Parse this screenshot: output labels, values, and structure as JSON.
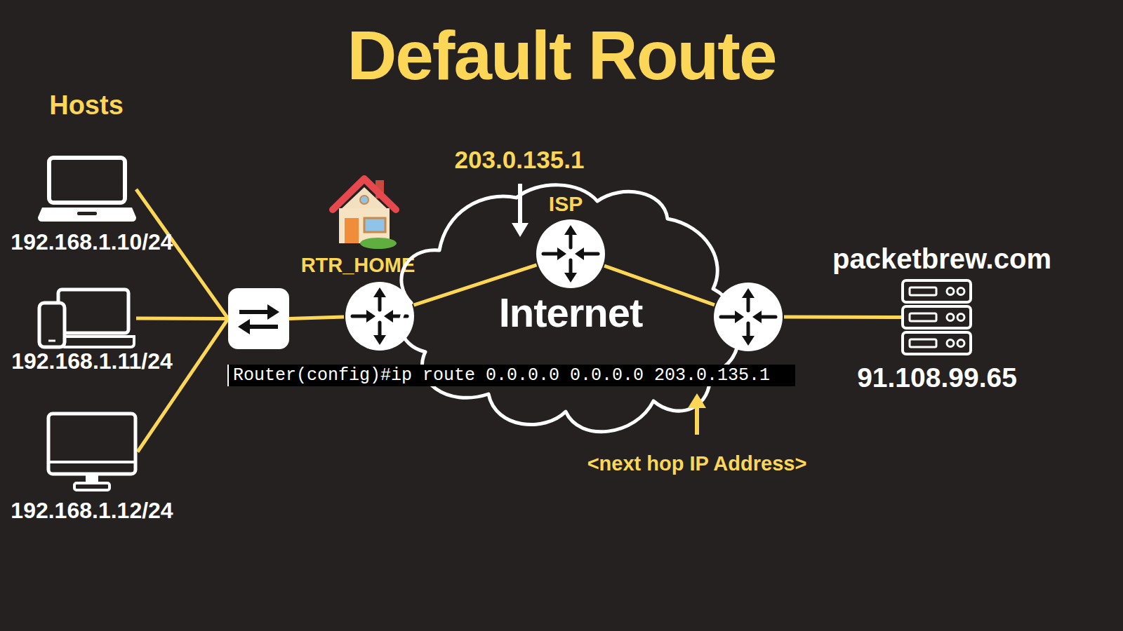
{
  "diagram": {
    "title": "Default Route",
    "nodes": [
      {
        "text": [
          "192.168.1.10/24"
        ]
      },
      {
        "text": [
          "192.168.1.11/24"
        ]
      },
      {
        "text": [
          "192.168.1.12/24"
        ]
      },
      {
        "text": []
      },
      {
        "text": [
          "RTR_HOME"
        ]
      },
      {
        "text": [
          "Internet"
        ]
      },
      {
        "text": [
          "ISP"
        ],
        "in": 5
      },
      {
        "text": []
      },
      {
        "text": [
          "packetbrew.com",
          "91.108.99.65"
        ]
      }
    ],
    "edges": [
      {
        "from": 0,
        "to": 3,
        "arrow": "none"
      },
      {
        "from": 1,
        "to": 3,
        "arrow": "none"
      },
      {
        "from": 2,
        "to": 3,
        "arrow": "none"
      },
      {
        "from": 3,
        "to": 4,
        "arrow": "none"
      },
      {
        "from": 4,
        "to": 6,
        "arrow": "none"
      },
      {
        "from": 6,
        "to": 7,
        "arrow": "none"
      },
      {
        "from": 7,
        "to": 8,
        "arrow": "none"
      }
    ],
    "labels": [
      "Hosts",
      "203.0.135.1",
      "Router(config)#ip route 0.0.0.0 0.0.0.0 203.0.135.1",
      "<next hop IP Address>"
    ]
  }
}
